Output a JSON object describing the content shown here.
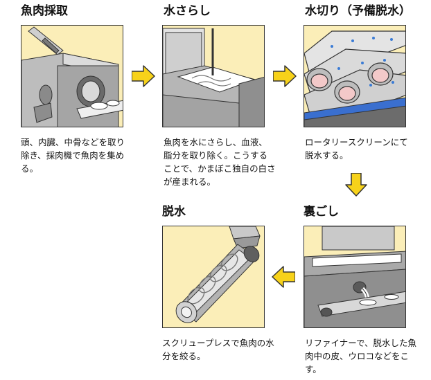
{
  "steps": [
    {
      "title": "魚肉採取",
      "caption": "頭、内臓、中骨などを取り除き、採肉機で魚肉を集める。"
    },
    {
      "title": "水さらし",
      "caption": "魚肉を水にさらし、血液、脂分を取り除く。こうすることで、かまぼこ独自の白さが産まれる。"
    },
    {
      "title": "水切り（予備脱水）",
      "caption": "ロータリースクリーンにて脱水する。"
    },
    {
      "title": "裏ごし",
      "caption": "リファイナーで、脱水した魚肉中の皮、ウロコなどをこす。"
    },
    {
      "title": "脱水",
      "caption": "スクリュープレスで魚肉の水分を絞る。"
    }
  ],
  "colors": {
    "panel_bg": "#fbeeb8",
    "arrow_fill": "#f7d21a",
    "machine_gray": "#9a9a9a"
  }
}
